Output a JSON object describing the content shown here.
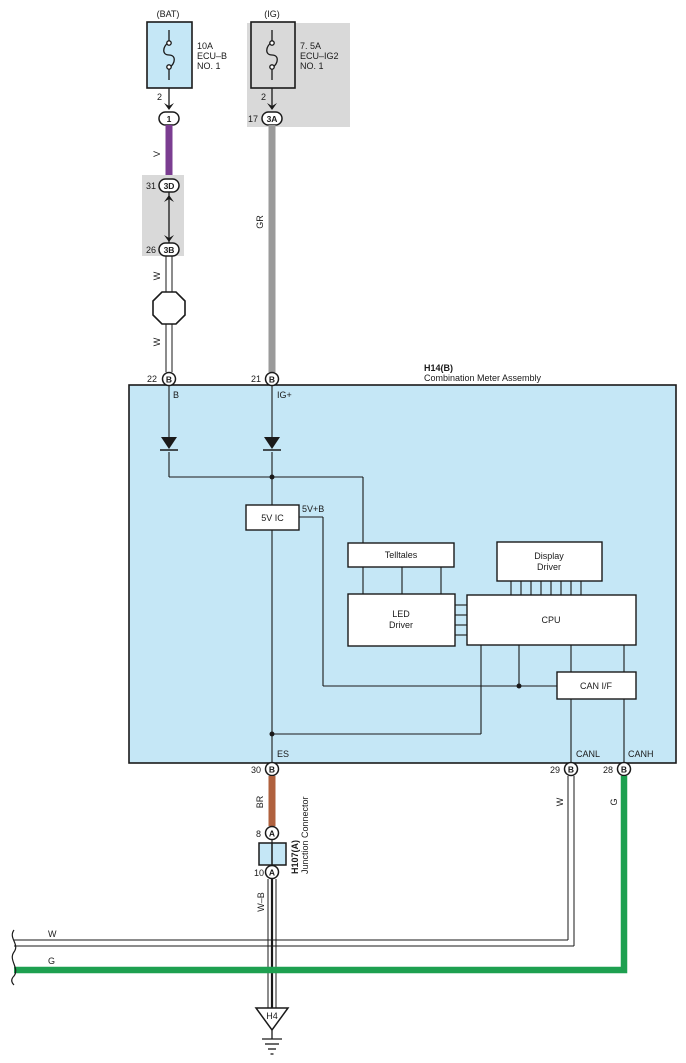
{
  "fuses": {
    "bat": {
      "source": "(BAT)",
      "line1": "10A",
      "line2": "ECU–B",
      "line3": "NO. 1",
      "out_pin": "2"
    },
    "ig": {
      "source": "(IG)",
      "line1": "7. 5A",
      "line2": "ECU–IG2",
      "line3": "NO. 1",
      "out_pin": "2"
    }
  },
  "connectors": {
    "c1": {
      "label": "1"
    },
    "c3a": {
      "label": "3A",
      "pin": "17"
    },
    "c3d": {
      "label": "3D",
      "pin": "31"
    },
    "c3b": {
      "label": "3B",
      "pin": "26"
    }
  },
  "wires": {
    "v": "V",
    "gr": "GR",
    "w_upper": "W",
    "w_lower": "W",
    "br": "BR",
    "w_canl": "W",
    "g_canh": "G",
    "wb": "W–B",
    "w_bus": "W",
    "g_bus": "G"
  },
  "meter": {
    "code": "H14(B)",
    "name": "Combination Meter Assembly",
    "pins": {
      "b": {
        "num": "22",
        "letter": "B",
        "label": "B"
      },
      "ig": {
        "num": "21",
        "letter": "B",
        "label": "IG+"
      },
      "es": {
        "num": "30",
        "letter": "B",
        "label": "ES"
      },
      "canl": {
        "num": "29",
        "letter": "B",
        "label": "CANL"
      },
      "canh": {
        "num": "28",
        "letter": "B",
        "label": "CANH"
      }
    },
    "blocks": {
      "ic": "5V IC",
      "ic_out": "5V+B",
      "telltales": "Telltales",
      "led1": "LED",
      "led2": "Driver",
      "disp1": "Display",
      "disp2": "Driver",
      "cpu": "CPU",
      "can": "CAN I/F"
    }
  },
  "junction": {
    "code": "H107(A)",
    "name": "Junction Connector",
    "top_pin": "8",
    "bottom_pin": "10",
    "letter": "A"
  },
  "ground": {
    "label": "H4"
  },
  "colors": {
    "box_fill": "#c5e7f6",
    "fuse_bg": "#d9d9d9",
    "violet": "#7b3d91",
    "gray": "#9a9a9a",
    "brown": "#b0613e",
    "green": "#1ea050"
  }
}
